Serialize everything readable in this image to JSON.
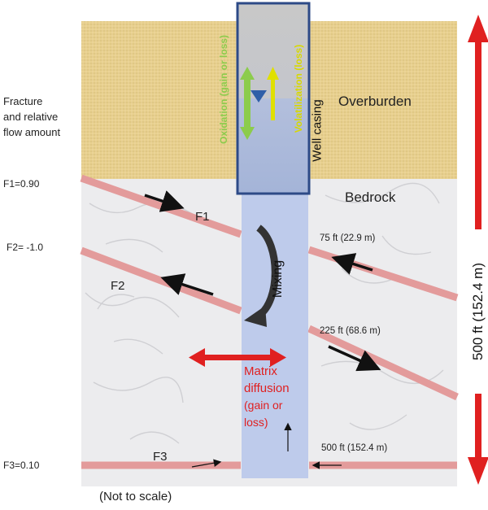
{
  "labels": {
    "fracture_note": [
      "Fracture",
      "and relative",
      "flow amount"
    ],
    "overburden": "Overburden",
    "bedrock": "Bedrock",
    "well_casing": "Well casing",
    "oxidation": "Oxidation (gain or loss)",
    "volatilization": "Volatilization (loss)",
    "mixing": "Mixing",
    "matrix_diffusion": [
      "Matrix",
      "diffusion",
      "(gain or",
      "loss)"
    ],
    "not_to_scale": "(Not to scale)",
    "total_depth": "500 ft (152.4 m)"
  },
  "fractures": [
    {
      "name": "F1",
      "flow_label": "F1=0.90"
    },
    {
      "name": "F2",
      "flow_label": "F2= -1.0"
    },
    {
      "name": "F3",
      "flow_label": "F3=0.10"
    }
  ],
  "depths": [
    {
      "label": "75 ft (22.9 m)"
    },
    {
      "label": "225 ft (68.6 m)"
    },
    {
      "label": "500 ft (152.4 m)"
    }
  ],
  "colors": {
    "overburden": "#e8d08e",
    "bedrock": "#ececee",
    "borehole": "#b9c8ea",
    "casing_top": "#c6c6c6",
    "casing_border": "#2d4a87",
    "fracture": "#e39b9b",
    "green": "#8ccc4c",
    "yellow": "#e0e000",
    "red": "#e02020",
    "water_marker": "#2f5fa8"
  }
}
